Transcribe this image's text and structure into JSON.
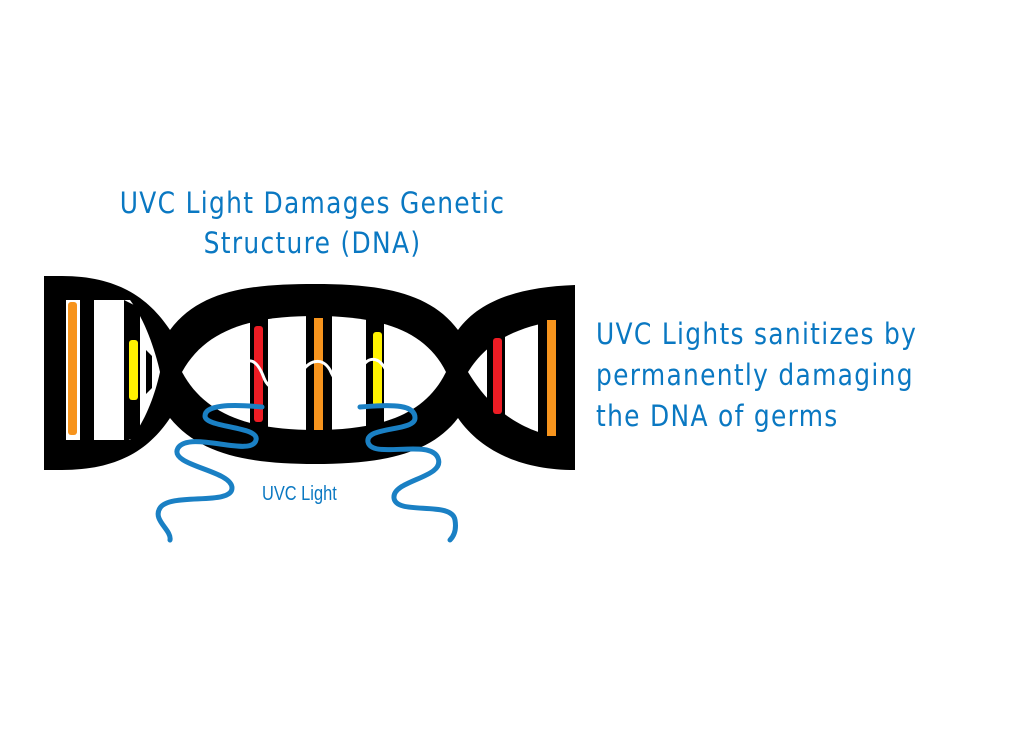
{
  "diagram": {
    "title_lines": [
      "UVC Light Damages Genetic",
      "Structure (DNA)"
    ],
    "side_text_lines": [
      "UVC Lights sanitizes by",
      "permanently damaging",
      "the DNA of germs"
    ],
    "uvc_label": "UVC Light",
    "colors": {
      "text_blue": "#0a78c2",
      "strand": "#000000",
      "wave_blue": "#1a80c4",
      "rung_orange": "#f7941d",
      "rung_yellow": "#fff200",
      "rung_red": "#ed1c24",
      "background": "#ffffff"
    },
    "rungs": [
      "orange",
      "yellow",
      "red",
      "orange",
      "yellow",
      "red",
      "orange"
    ]
  }
}
